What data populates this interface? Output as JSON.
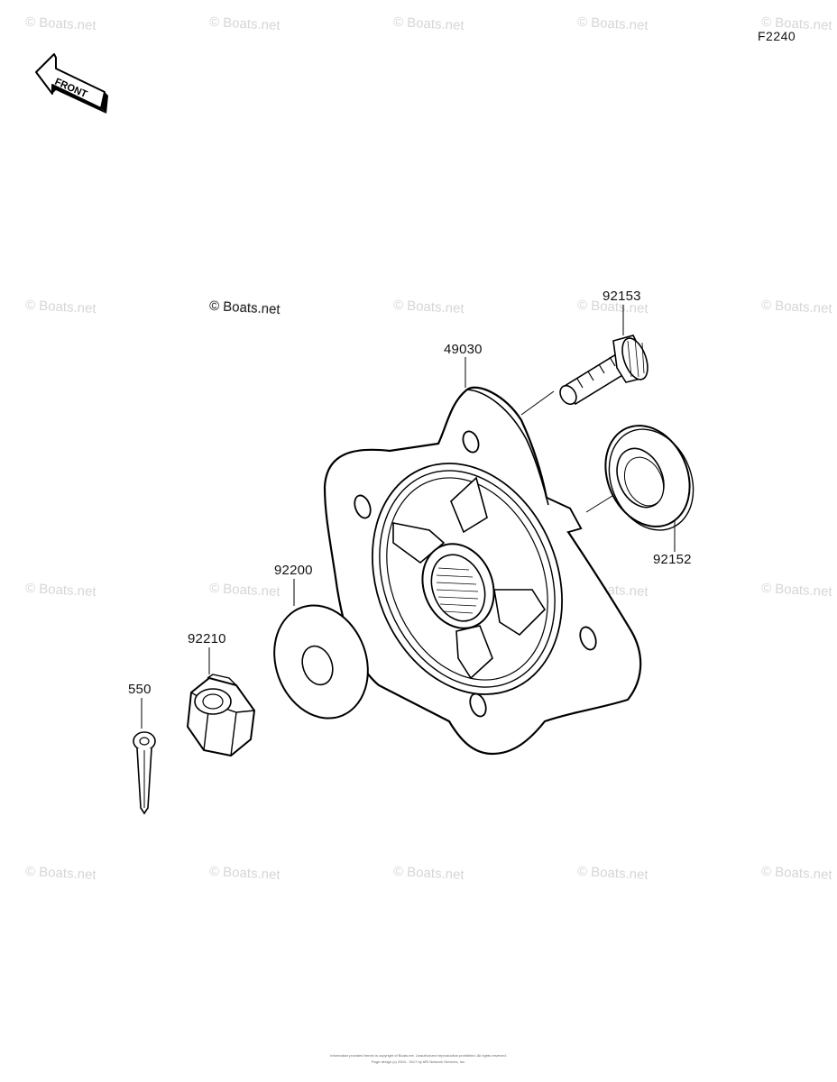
{
  "diagram_code": "F2240",
  "front_arrow_text": "FRONT",
  "copyright_text": "© Boats.net",
  "watermark_text": "© Boats.net",
  "parts": {
    "p92153": "92153",
    "p49030": "49030",
    "p92152": "92152",
    "p92200": "92200",
    "p92210": "92210",
    "p550": "550"
  },
  "footer": {
    "line1": "Information provided herein is copyright of Boats.net. Unauthorized reproduction prohibited. All rights reserved.",
    "line2": "Page design (c) 2004 - 2017 by ARI Network Services, Inc."
  }
}
